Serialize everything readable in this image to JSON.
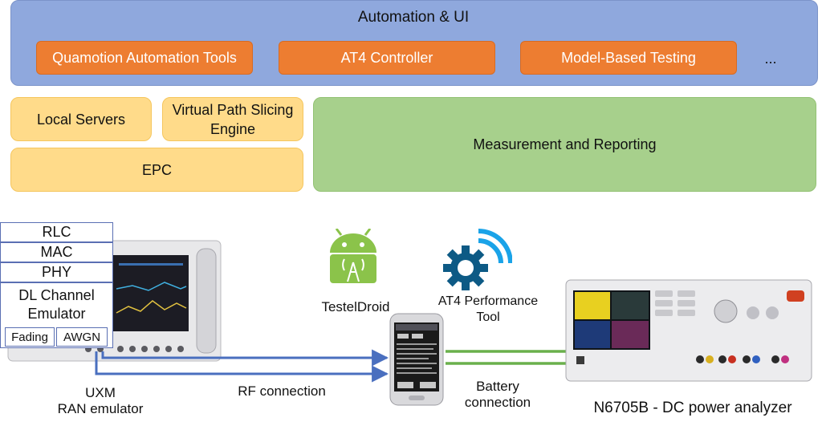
{
  "automation": {
    "title": "Automation & UI",
    "tools": [
      "Quamotion Automation Tools",
      "AT4 Controller",
      "Model-Based Testing"
    ],
    "more": "..."
  },
  "infrastructure": {
    "local_servers": "Local Servers",
    "vps_line1": "Virtual Path Slicing",
    "vps_line2": "Engine",
    "epc": "EPC",
    "measurement": "Measurement and Reporting"
  },
  "protocol_stack": {
    "layers": [
      "RLC",
      "MAC",
      "PHY"
    ],
    "dl_line1": "DL Channel",
    "dl_line2": "Emulator",
    "fading": "Fading",
    "awgn": "AWGN"
  },
  "labels": {
    "uxm_line1": "UXM",
    "uxm_line2": "RAN emulator",
    "rf_connection": "RF connection",
    "testeldroid": "TestelDroid",
    "at4_line1": "AT4 Performance",
    "at4_line2": "Tool",
    "battery_line1": "Battery",
    "battery_line2": "connection",
    "analyzer": "N6705B - DC power analyzer"
  },
  "colors": {
    "automation_band": "#8fa8dd",
    "tool_boxes": "#ed7d31",
    "infra_boxes": "#ffdb8a",
    "measurement_box": "#a7d08c",
    "rf_line": "#4a6fbf",
    "battery_line": "#6ab04c"
  }
}
